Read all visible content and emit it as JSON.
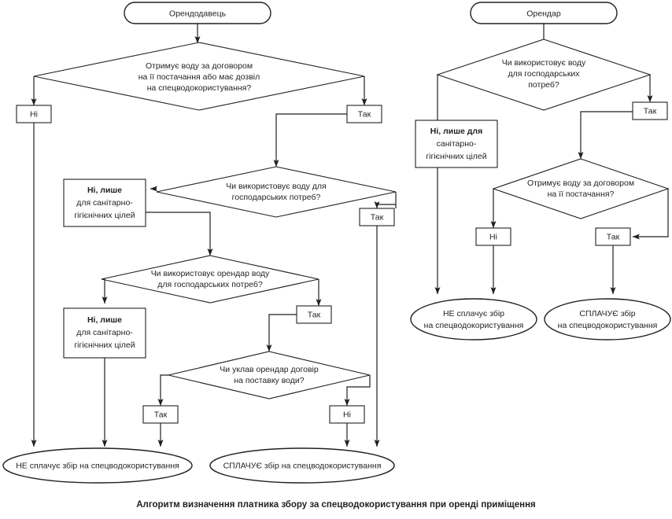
{
  "diagram": {
    "title": "Алгоритм визначення платника збору за спецводокористування при оренді приміщення",
    "colors": {
      "stroke": "#231f20",
      "fill": "#ffffff",
      "background": "#ffffff"
    },
    "branches": {
      "left": {
        "start": "Орендодавець",
        "decision_1": {
          "line1": "Отримує воду за договором",
          "line2": "на її постачання або має дозвіл",
          "line3": "на спецводокористування?"
        },
        "label_no_1": "Ні",
        "label_yes_1": "Так",
        "decision_2": {
          "line1": "Чи використовує воду для",
          "line2": "господарських потреб?"
        },
        "note_1": {
          "line1": "Ні, лише",
          "line2": "для санітарно-",
          "line3": "гігієнічних цілей"
        },
        "label_yes_2": "Так",
        "decision_3": {
          "line1": "Чи використовує орендар воду",
          "line2": "для господарських потреб?"
        },
        "note_2": {
          "line1": "Ні, лише",
          "line2": "для санітарно-",
          "line3": "гігієнічних цілей"
        },
        "label_yes_3": "Так",
        "decision_4": {
          "line1": "Чи уклав орендар договір",
          "line2": "на поставку води?"
        },
        "label_yes_4": "Так",
        "label_no_4": "Ні",
        "outcome_not_pay": "НЕ сплачує збір на спецводокористування",
        "outcome_pay": "СПЛАЧУЄ збір на спецводокористування"
      },
      "right": {
        "start": "Орендар",
        "decision_1": {
          "line1": "Чи використовує воду",
          "line2": "для господарських",
          "line3": "потреб?"
        },
        "label_yes_1": "Так",
        "note_1": {
          "line1": "Ні, лише для",
          "line2": "санітарно-",
          "line3": "гігієнічних цілей"
        },
        "decision_2": {
          "line1": "Отримує воду за договором",
          "line2": "на її постачання?"
        },
        "label_no_2": "Ні",
        "label_yes_2": "Так",
        "outcome_not_pay": {
          "line1": "НЕ сплачує збір",
          "line2": "на спецводокористування"
        },
        "outcome_pay": {
          "line1": "СПЛАЧУЄ збір",
          "line2": "на спецводокористування"
        }
      }
    }
  }
}
